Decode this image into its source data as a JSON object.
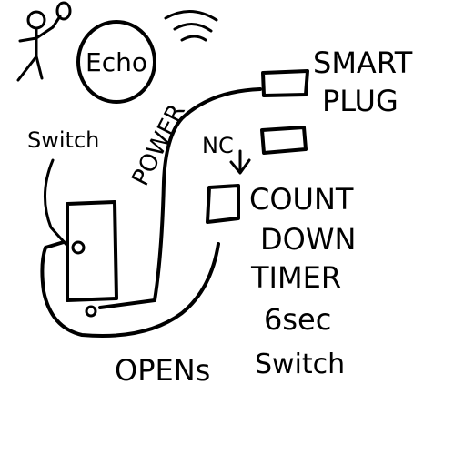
{
  "labels": {
    "echo": "Echo",
    "smart_plug_line1": "SMART",
    "smart_plug_line2": "PLUG",
    "switch": "Switch",
    "power": "POWER",
    "nc": "NC",
    "countdown_line1": "COUNT",
    "countdown_line2": "DOWN",
    "countdown_line3": "TIMER",
    "countdown_line4": "6sec",
    "countdown_line5": "Switch",
    "opens": "OPENs"
  },
  "colors": {
    "ink": "#000000",
    "background": "#ffffff"
  },
  "icons": {
    "person": "stick-figure-icon",
    "wifi": "wifi-signal-icon"
  }
}
